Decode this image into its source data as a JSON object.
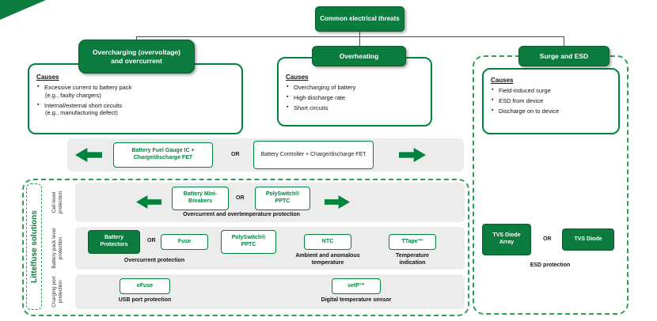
{
  "colors": {
    "green": "#00843D",
    "header_green": "#0B7C3E",
    "band_gray": "#ECECEC"
  },
  "root": {
    "title": "Common electrical threats"
  },
  "threats": [
    {
      "title": "Overcharging (overvoltage) and overcurrent",
      "causes_label": "Causes",
      "causes": [
        {
          "line1": "Excessive current to battery pack",
          "line2": "(e.g., faulty chargers)"
        },
        {
          "line1": "Internal/external short circuits",
          "line2": "(e.g., manufacturing defect)"
        }
      ]
    },
    {
      "title": "Overheating",
      "causes_label": "Causes",
      "causes": [
        {
          "line1": "Overcharging of battery"
        },
        {
          "line1": "High discharge rate"
        },
        {
          "line1": "Short circuits"
        }
      ]
    },
    {
      "title": "Surge and ESD",
      "causes_label": "Causes",
      "causes": [
        {
          "line1": "Field-induced surge"
        },
        {
          "line1": "ESD from device"
        },
        {
          "line1": "Discharge on to device"
        }
      ]
    }
  ],
  "fet_band": {
    "box1": "Battery Fuel Gauge IC + Charge/discharge FET",
    "or": "OR",
    "box2": "Battery Controller + Charge/discharge FET"
  },
  "solutions": {
    "label": "Littelfuse solutions",
    "cell_row": {
      "label": "Cell-level protection",
      "box1": "Battery Mini-Breakers",
      "or": "OR",
      "box2": "PolySwitch® PPTC",
      "caption": "Overcurrent and overtemperature protection"
    },
    "pack_row": {
      "label": "Battery pack level protection",
      "box1": "Battery Protectors",
      "or": "OR",
      "box2": "Fuse",
      "box3": "PolySwitch® PPTC",
      "caption1": "Overcurrent protection",
      "box4": "NTC",
      "caption2": "Ambient and anomalous temperature",
      "box5": "TTape™",
      "caption3": "Temperature indication"
    },
    "port_row": {
      "label": "Charging port protection",
      "box1": "eFuse",
      "caption1": "USB port protection",
      "box2": "setP™",
      "caption2": "Digital temperature sensor"
    }
  },
  "esd_section": {
    "box1": "TVS Diode Array",
    "or": "OR",
    "box2": "TVS Diode",
    "caption": "ESD protection"
  }
}
